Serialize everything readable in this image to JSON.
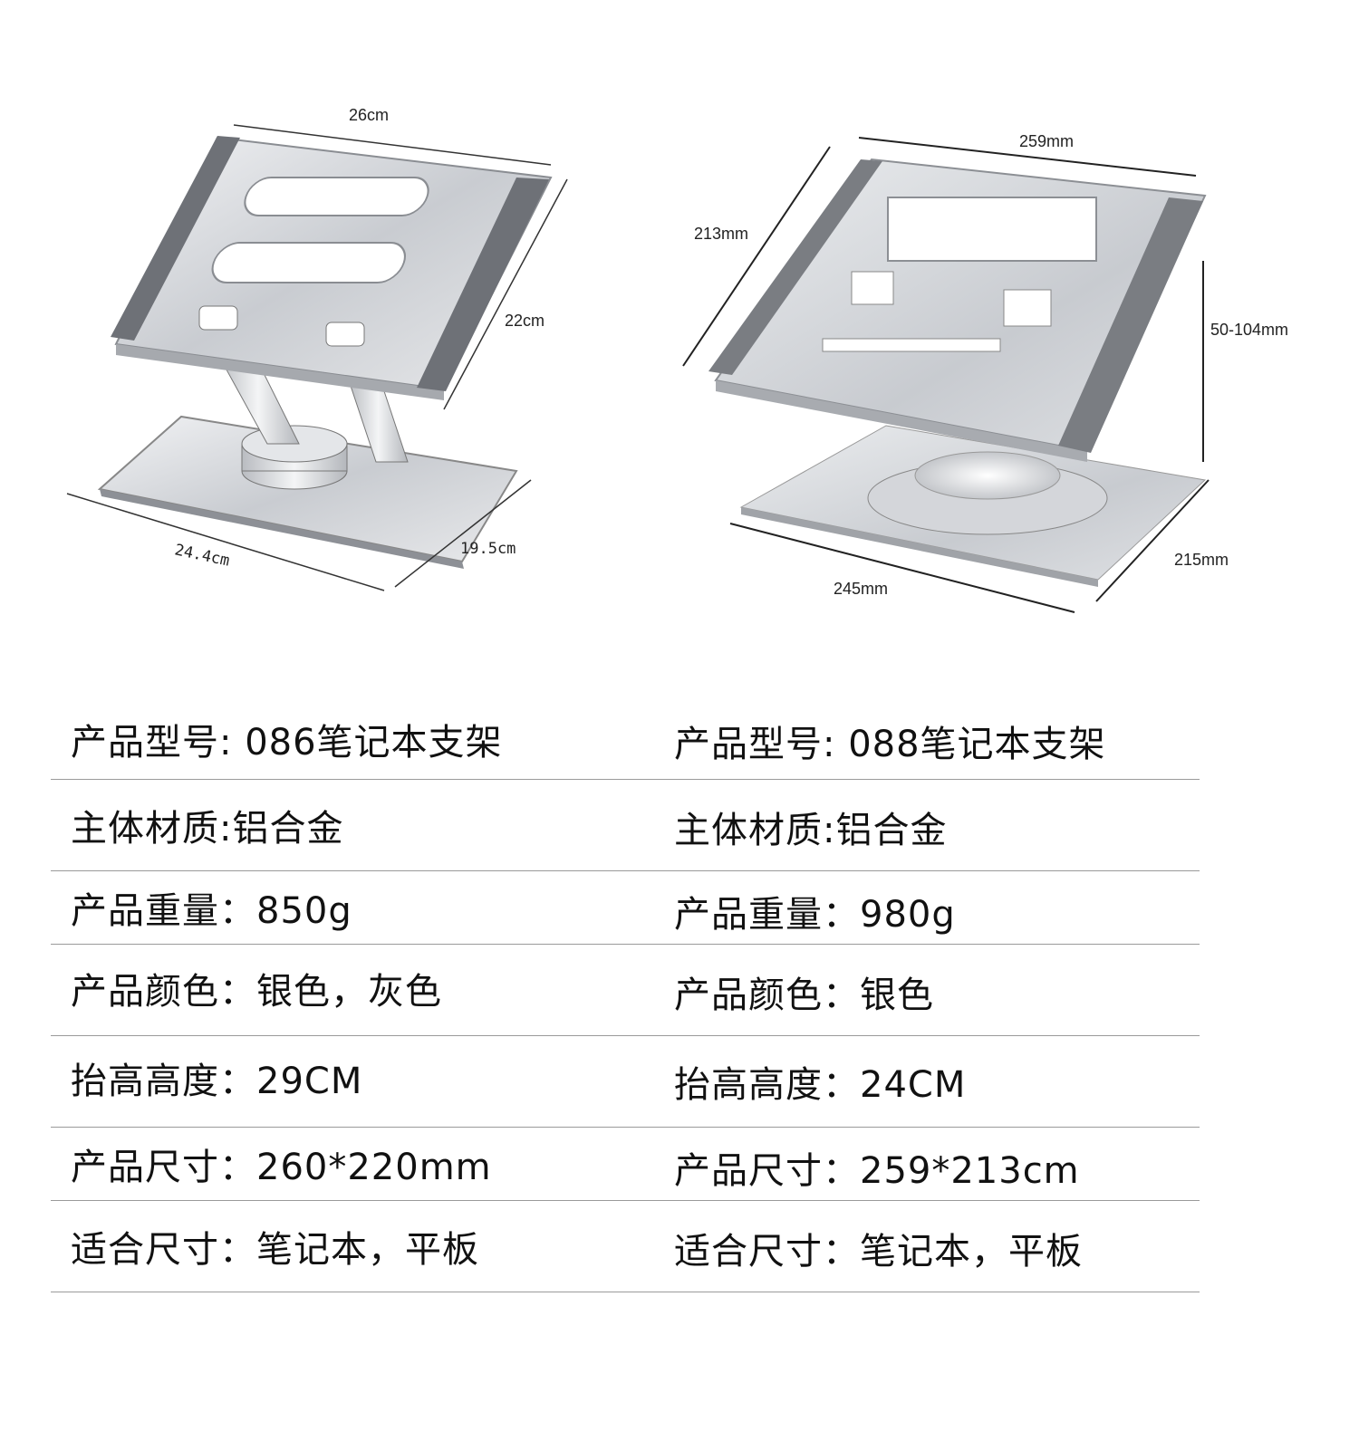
{
  "left_product": {
    "dims": {
      "top_width": "26cm",
      "side_depth": "22cm",
      "base_width": "24.4cm",
      "base_depth": "19.5cm"
    }
  },
  "right_product": {
    "dims": {
      "top_width": "259mm",
      "side_depth": "213mm",
      "height_range": "50-104mm",
      "base_width": "245mm",
      "base_depth": "215mm"
    }
  },
  "specs": [
    {
      "left": "产品型号: 086笔记本支架",
      "right": "产品型号: 088笔记本支架"
    },
    {
      "left": "主体材质:铝合金",
      "right": "主体材质:铝合金"
    },
    {
      "left": "产品重量：850g",
      "right": "产品重量：980g"
    },
    {
      "left": "产品颜色：银色，灰色",
      "right": "产品颜色：银色"
    },
    {
      "left": "抬高高度：29CM",
      "right": "抬高高度：24CM"
    },
    {
      "left": "产品尺寸：260*220mm",
      "right": "产品尺寸：259*213cm"
    },
    {
      "left": "适合尺寸：笔记本，平板",
      "right": "适合尺寸：笔记本，平板"
    }
  ]
}
